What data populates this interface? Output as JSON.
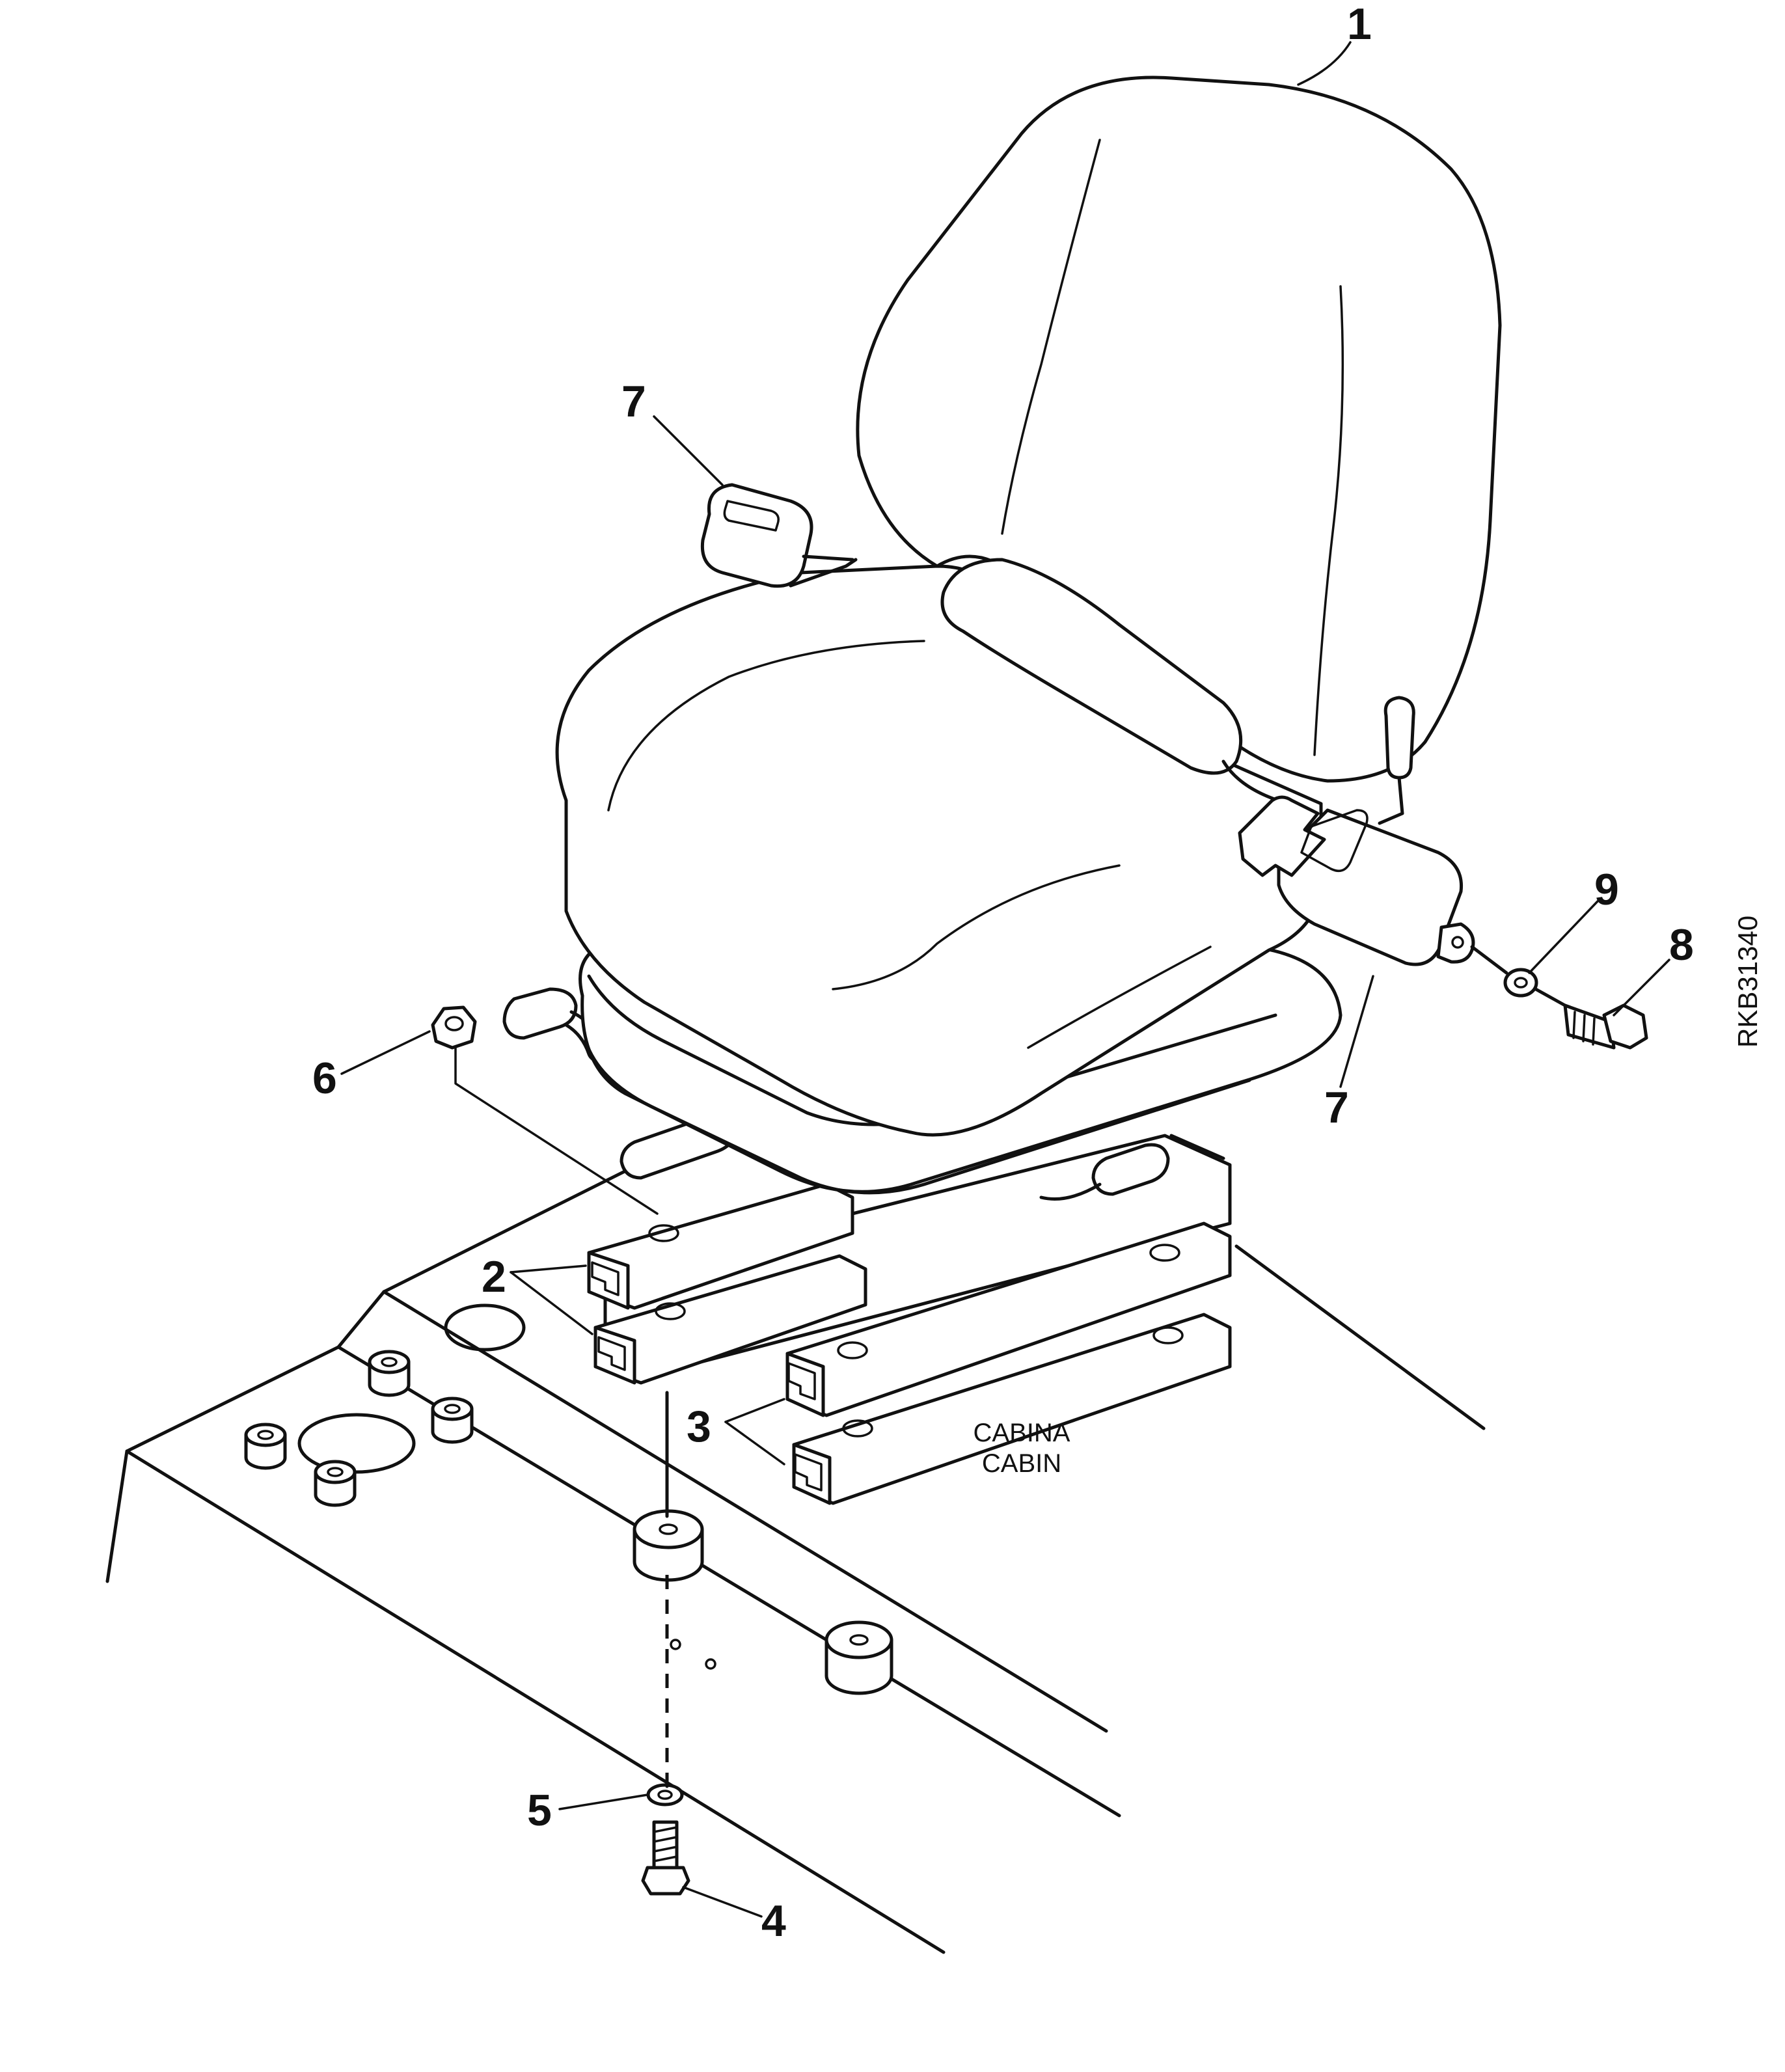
{
  "callouts": [
    {
      "id": "1",
      "label": "1",
      "part": "seat"
    },
    {
      "id": "2",
      "label": "2",
      "part": "upper-rails"
    },
    {
      "id": "3",
      "label": "3",
      "part": "lower-rails"
    },
    {
      "id": "4",
      "label": "4",
      "part": "floor-bolt"
    },
    {
      "id": "5",
      "label": "5",
      "part": "floor-washer"
    },
    {
      "id": "6",
      "label": "6",
      "part": "nut"
    },
    {
      "id": "7a",
      "label": "7",
      "part": "seat-belt-buckle"
    },
    {
      "id": "7b",
      "label": "7",
      "part": "seat-belt-latch"
    },
    {
      "id": "8",
      "label": "8",
      "part": "belt-bolt"
    },
    {
      "id": "9",
      "label": "9",
      "part": "belt-washer"
    }
  ],
  "area_label": {
    "line1": "CABINA",
    "line2": "CABIN"
  },
  "reference_code": "RKB31340",
  "colors": {
    "ink": "#111111",
    "paper": "#ffffff"
  }
}
